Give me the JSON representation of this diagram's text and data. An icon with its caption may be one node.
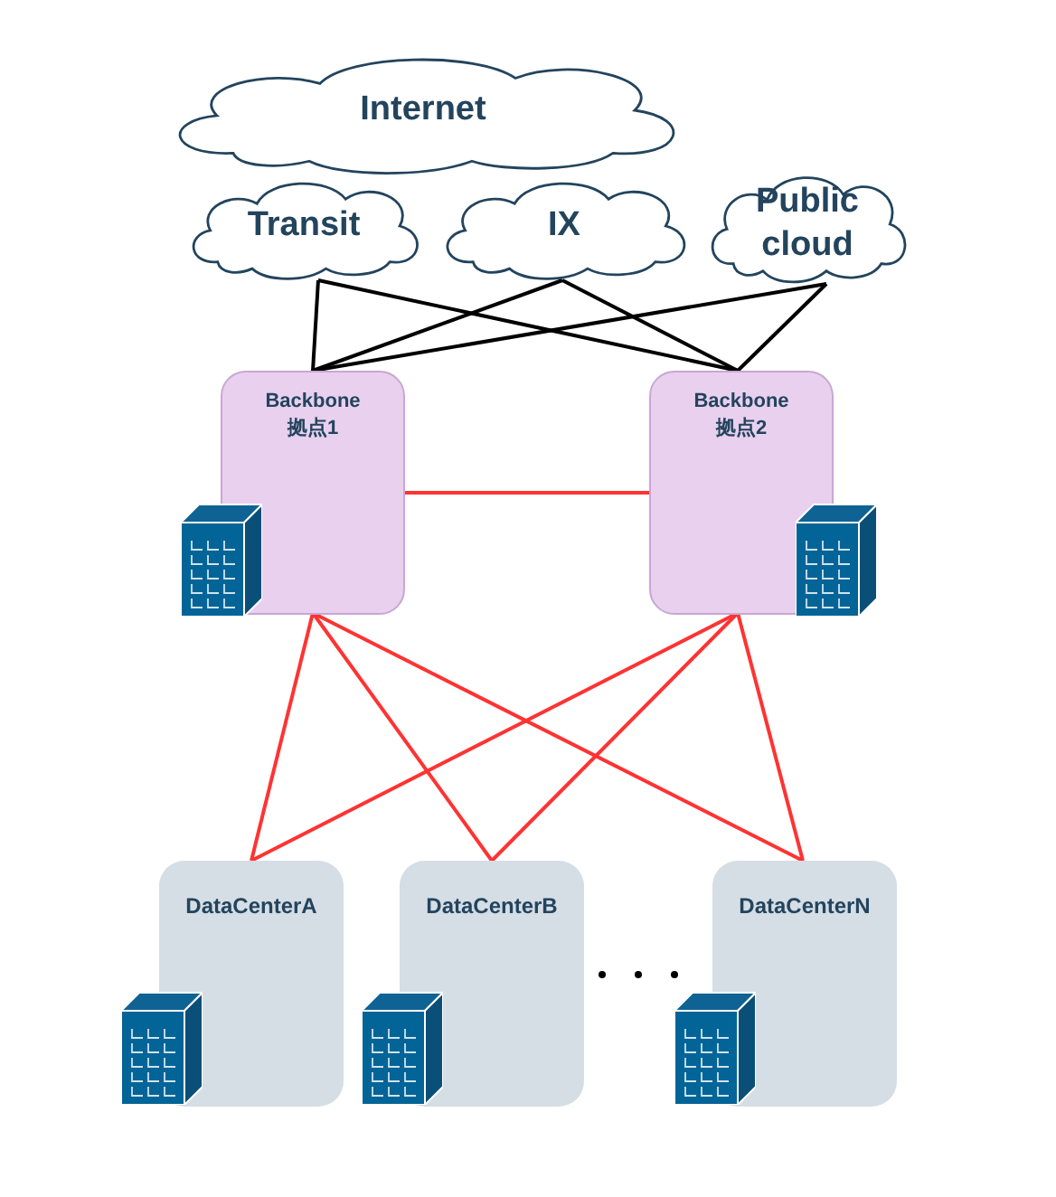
{
  "diagram": {
    "nodes": [
      {
        "text": [
          "Internet"
        ]
      },
      {
        "text": [
          "Transit"
        ]
      },
      {
        "text": [
          "IX"
        ]
      },
      {
        "text": [
          "Public cloud"
        ]
      },
      {
        "text": [
          "Backbone 拠点1"
        ]
      },
      {
        "text": [
          "Backbone 拠点2"
        ]
      },
      {
        "text": [
          "DataCenterA"
        ]
      },
      {
        "text": [
          "DataCenterB"
        ]
      },
      {
        "text": [
          "DataCenterN"
        ]
      }
    ],
    "edges": [
      {
        "from": 1,
        "to": 4,
        "arrow": "none",
        "color": "#000000"
      },
      {
        "from": 1,
        "to": 5,
        "arrow": "none",
        "color": "#000000"
      },
      {
        "from": 2,
        "to": 4,
        "arrow": "none",
        "color": "#000000"
      },
      {
        "from": 2,
        "to": 5,
        "arrow": "none",
        "color": "#000000"
      },
      {
        "from": 3,
        "to": 4,
        "arrow": "none",
        "color": "#000000"
      },
      {
        "from": 3,
        "to": 5,
        "arrow": "none",
        "color": "#000000"
      },
      {
        "from": 4,
        "to": 5,
        "arrow": "none"
      },
      {
        "from": 4,
        "to": 6,
        "arrow": "none"
      },
      {
        "from": 4,
        "to": 7,
        "arrow": "none"
      },
      {
        "from": 4,
        "to": 8,
        "arrow": "none"
      },
      {
        "from": 5,
        "to": 6,
        "arrow": "none"
      },
      {
        "from": 5,
        "to": 7,
        "arrow": "none"
      },
      {
        "from": 5,
        "to": 8,
        "arrow": "none"
      }
    ]
  }
}
